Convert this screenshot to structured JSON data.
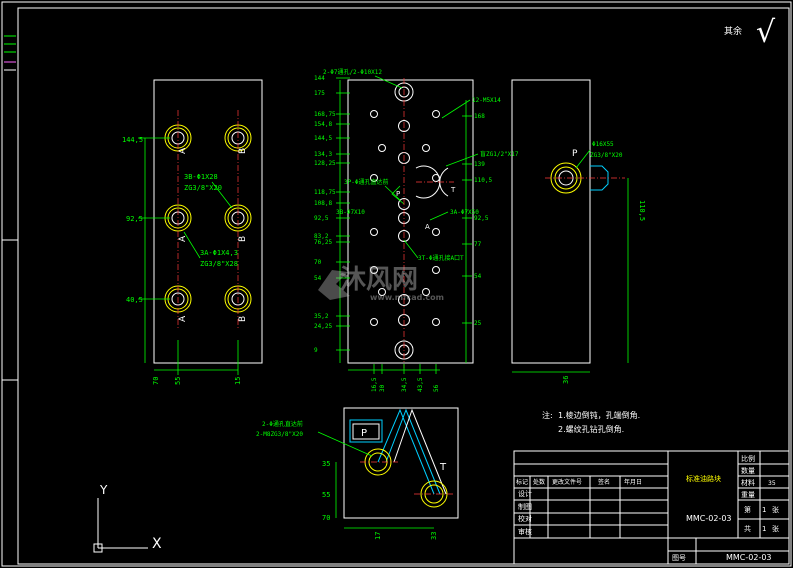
{
  "drawing": {
    "top_right_mark": "其余",
    "check_symbol": "√",
    "ucs": {
      "x_axis": "X",
      "y_axis": "Y"
    },
    "watermark": {
      "cn": "沐风网",
      "url": "www.mfcad.com"
    }
  },
  "front_view": {
    "dims_left": [
      "144,5",
      "92,5",
      "40,5"
    ],
    "dims_bottom": [
      "70",
      "55",
      "15"
    ],
    "port_letters": [
      "A",
      "B"
    ],
    "callouts": [
      "3B-Φ1X28",
      "ZG3/8\"X20",
      "3A-Φ1X4,3",
      "ZG3/8\"X28"
    ]
  },
  "middle_view": {
    "top_note": "2-Φ7通孔/2-Φ10X12",
    "dims_left": [
      "144",
      "175",
      "168,75",
      "154,8",
      "144,5",
      "134,3",
      "128,25",
      "118,75",
      "108,8",
      "92,5",
      "76,25",
      "83,2",
      "70",
      "54",
      "35,2",
      "24,25",
      "9"
    ],
    "dims_right": [
      "168",
      "139",
      "110,5",
      "92,5",
      "77",
      "54",
      "25"
    ],
    "dims_bottom": [
      "16,5",
      "30",
      "34,5",
      "43,5",
      "56"
    ],
    "callouts": [
      "12-M5X14",
      "盲ZG1/2\"X17",
      "3P-Φ通孔直达前",
      "3B-Φ7X10",
      "3A-Φ7X50",
      "3T-Φ通孔接A口T"
    ],
    "port_letters": [
      "P",
      "T",
      "A"
    ]
  },
  "right_view": {
    "callouts": [
      "Φ16X55",
      "ZG3/8\"X20"
    ],
    "port_letter": "P",
    "dim_right": "110,5",
    "dim_bottom": "36"
  },
  "bottom_view": {
    "callouts": [
      "2-Φ通孔直达前",
      "2-M8ZG3/8\"X20"
    ],
    "labels": [
      "P",
      "T"
    ],
    "dims_left": [
      "35",
      "55",
      "70"
    ],
    "dims_bottom": [
      "17",
      "33"
    ]
  },
  "notes": {
    "title": "注:",
    "lines": [
      "1.棱边倒钝，孔端倒角.",
      "2.螺纹孔钻孔倒角."
    ]
  },
  "title_block": {
    "part_name": "标准油路块",
    "headers": [
      "标记",
      "处数",
      "更改文件号",
      "签名",
      "年月日"
    ],
    "left_rows": [
      "设计",
      "制图",
      "校对",
      "审核"
    ],
    "right_labels": [
      "比例",
      "数量",
      "材料",
      "重量"
    ],
    "material_value": "35",
    "sheet_labels": [
      "第",
      "张",
      "共",
      "张"
    ],
    "sheet_counts": [
      "1",
      "1"
    ],
    "drawing_no": "MMC-02-03",
    "drawing_no_label": "图号",
    "drawing_no_bottom": "MMC-02-03"
  }
}
